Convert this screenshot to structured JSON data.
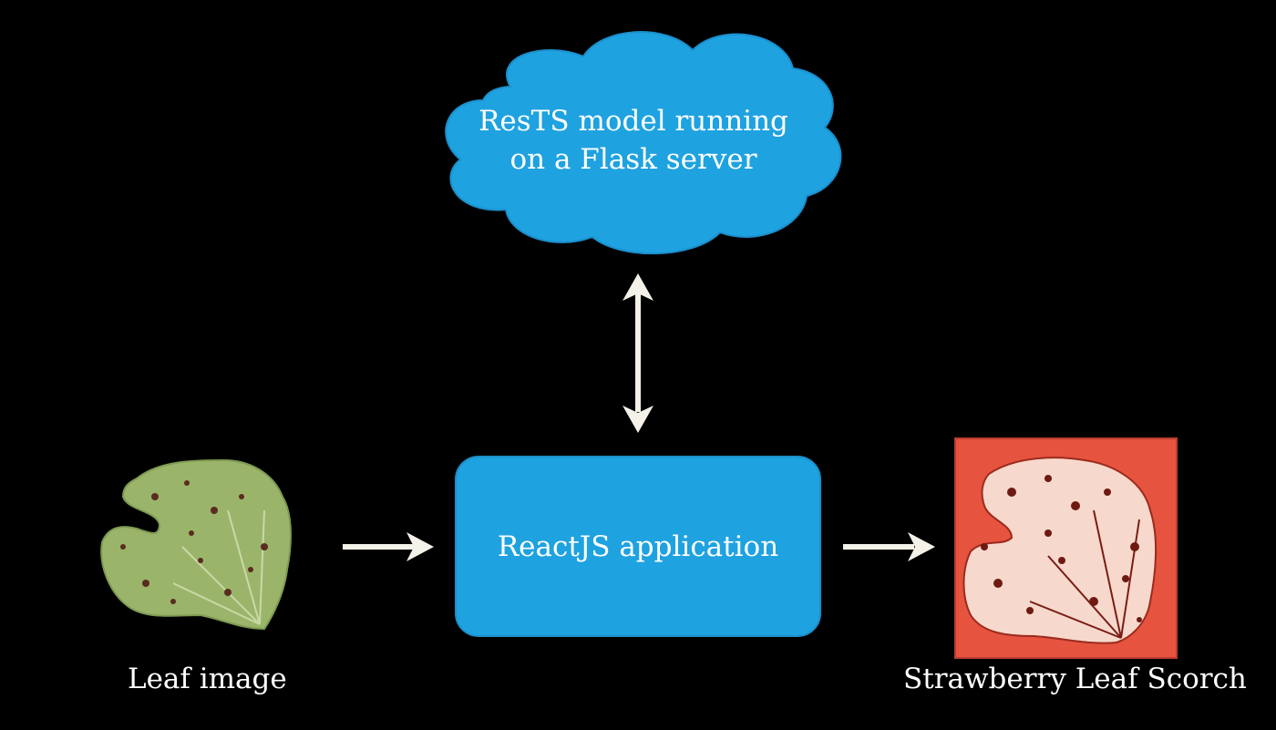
{
  "diagram": {
    "cloud_node": {
      "line1": "ResTS model running",
      "line2": "on a Flask server",
      "fill_color": "#1fa2e0"
    },
    "app_node": {
      "label": "ReactJS application",
      "fill_color": "#1fa2e0"
    },
    "input_caption": "Leaf image",
    "output_caption": "Strawberry Leaf Scorch",
    "arrow_color": "#f3f1e8",
    "input_leaf_color": "#9ab56a",
    "output_background_color": "#e6533f"
  }
}
